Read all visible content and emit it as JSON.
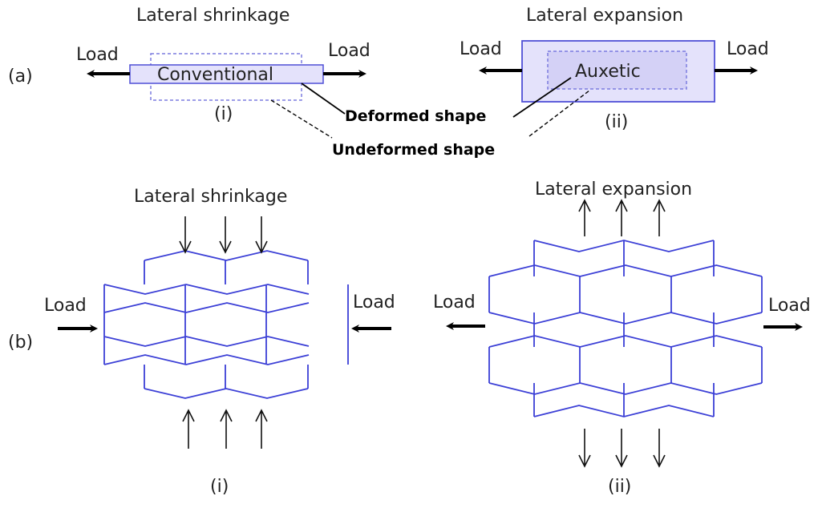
{
  "colors": {
    "accent": "#3b3fd6",
    "box_fill": "#e4e2fb",
    "box_stroke": "#4f4fd6",
    "text": "#222222"
  },
  "part_a": {
    "label": "(a)",
    "left": {
      "title": "Lateral shrinkage",
      "load_left": "Load",
      "load_right": "Load",
      "box_text": "Conventional",
      "sub_label": "(i)"
    },
    "right": {
      "title": "Lateral expansion",
      "load_left": "Load",
      "load_right": "Load",
      "box_text": "Auxetic",
      "sub_label": "(ii)"
    },
    "deformed_label": "Deformed shape",
    "undeformed_label": "Undeformed shape"
  },
  "part_b": {
    "label": "(b)",
    "left": {
      "title": "Lateral shrinkage",
      "load_left": "Load",
      "load_right": "Load",
      "sub_label": "(i)"
    },
    "right": {
      "title": "Lateral expansion",
      "load_left": "Load",
      "load_right": "Load",
      "sub_label": "(ii)"
    }
  }
}
